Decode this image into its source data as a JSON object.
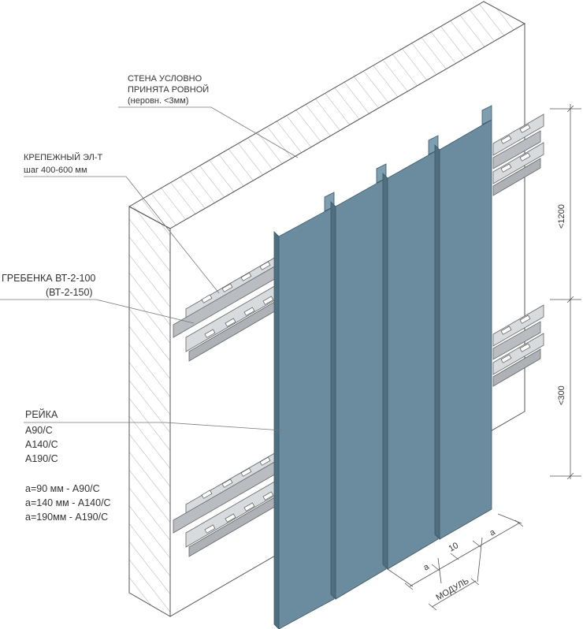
{
  "labels": {
    "wall": [
      "СТЕНА УСЛОВНО",
      "ПРИНЯТА РОВНОЙ",
      "(неровн. <3мм)"
    ],
    "fastener": [
      "КРЕПЕЖНЫЙ ЭЛ-Т",
      "шаг 400-600 мм"
    ],
    "comb": [
      "ГРЕБЕНКА  ВТ-2-100",
      "(ВТ-2-150)"
    ],
    "rail": [
      "РЕЙКА",
      "А90/С",
      "А140/С",
      "А190/С"
    ],
    "sizes": [
      "а=90 мм - А90/С",
      "а=140 мм - А140/С",
      "а=190мм - А190/С"
    ]
  },
  "dimensions": {
    "span_upper": "<1200",
    "span_lower": "<300",
    "gap": "10",
    "width_right": "а",
    "width_left": "а",
    "module": "МОДУЛЬ"
  },
  "colors": {
    "panel": "#6a8c9e",
    "panel_dark": "#4f6f80",
    "panel_light": "#7e9fb0",
    "comb": "#c9cccf",
    "wall": "#ffffff",
    "hatch": "#9a9a9a"
  }
}
